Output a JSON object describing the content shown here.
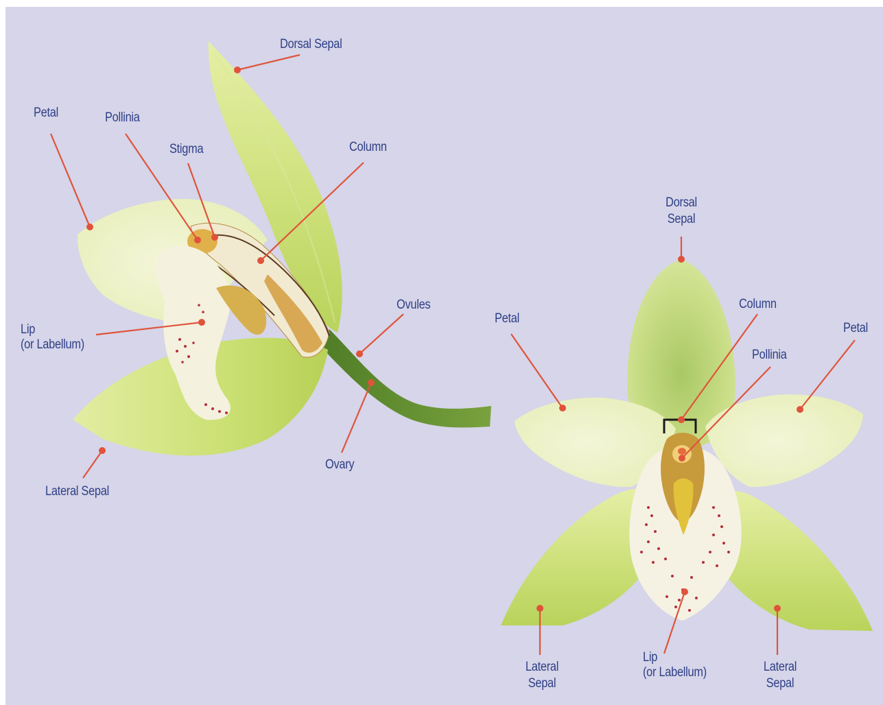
{
  "colors": {
    "background": "#d6d5e9",
    "label_text": "#2e3f86",
    "leader": "#e0533b",
    "petal_light": "#eef3c6",
    "sepal_green": "#cfe07a",
    "column_cream": "#f3edd2",
    "stem_green": "#5f8a2f"
  },
  "side_view": {
    "dorsal_sepal": "Dorsal Sepal",
    "petal": "Petal",
    "pollinia": "Pollinia",
    "stigma": "Stigma",
    "column": "Column",
    "lip_line1": "Lip",
    "lip_line2": "(or Labellum)",
    "ovules": "Ovules",
    "ovary": "Ovary",
    "lateral_sepal": "Lateral Sepal"
  },
  "front_view": {
    "dorsal_sepal_line1": "Dorsal",
    "dorsal_sepal_line2": "Sepal",
    "petal_left": "Petal",
    "petal_right": "Petal",
    "column": "Column",
    "pollinia": "Pollinia",
    "lateral_sepal_left_line1": "Lateral",
    "lateral_sepal_left_line2": "Sepal",
    "lip_line1": "Lip",
    "lip_line2": "(or Labellum)",
    "lateral_sepal_right_line1": "Lateral",
    "lateral_sepal_right_line2": "Sepal"
  }
}
